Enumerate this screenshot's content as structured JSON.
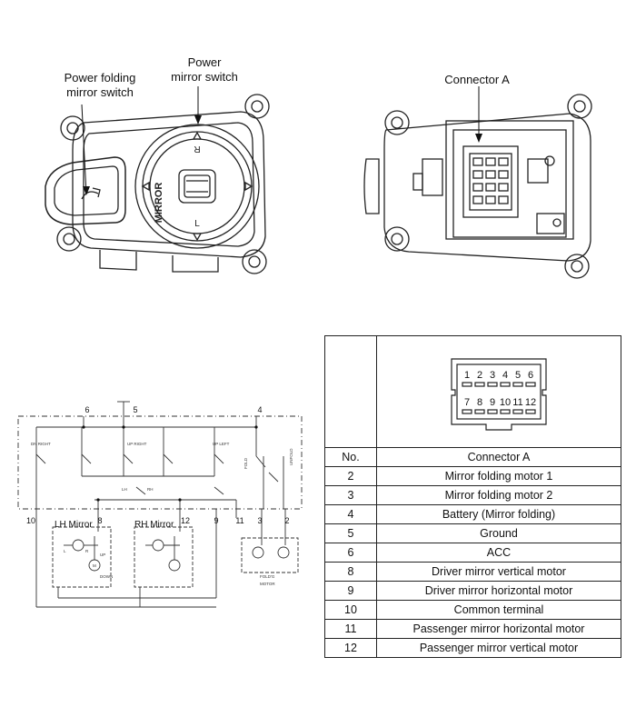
{
  "figure": {
    "labels": {
      "power_folding": [
        "Power folding",
        "mirror switch"
      ],
      "power_mirror": [
        "Power",
        "mirror switch"
      ],
      "connector_a": "Connector A"
    },
    "switch_face": {
      "mirror_text": "MIRROR",
      "l_text": "L",
      "r_text": "R"
    },
    "schematic": {
      "top_pins": [
        "6",
        "5",
        "4"
      ],
      "bottom_pins": [
        "10",
        "8",
        "12",
        "9",
        "11",
        "3",
        "2"
      ],
      "lh_mirror": "LH Mirror",
      "rh_mirror": "RH Mirror",
      "small_labels": [
        "DN RIGHT",
        "UP RIGHT",
        "UP LEFT",
        "FOLD",
        "UNFOLD",
        "LH",
        "RH",
        "UP",
        "DOWN",
        "L",
        "R",
        "M",
        "FOLD'G",
        "MOTOR"
      ]
    },
    "connector_pins": [
      "1",
      "2",
      "3",
      "4",
      "5",
      "6",
      "7",
      "8",
      "9",
      "10",
      "11",
      "12"
    ],
    "table": {
      "header": {
        "no": "No.",
        "name": "Connector A"
      },
      "rows": [
        {
          "no": "2",
          "name": "Mirror folding motor 1"
        },
        {
          "no": "3",
          "name": "Mirror folding motor 2"
        },
        {
          "no": "4",
          "name": "Battery (Mirror folding)"
        },
        {
          "no": "5",
          "name": "Ground"
        },
        {
          "no": "6",
          "name": "ACC"
        },
        {
          "no": "8",
          "name": "Driver mirror vertical motor"
        },
        {
          "no": "9",
          "name": "Driver mirror horizontal motor"
        },
        {
          "no": "10",
          "name": "Common terminal"
        },
        {
          "no": "11",
          "name": "Passenger mirror horizontal motor"
        },
        {
          "no": "12",
          "name": "Passenger mirror vertical motor"
        }
      ]
    }
  }
}
